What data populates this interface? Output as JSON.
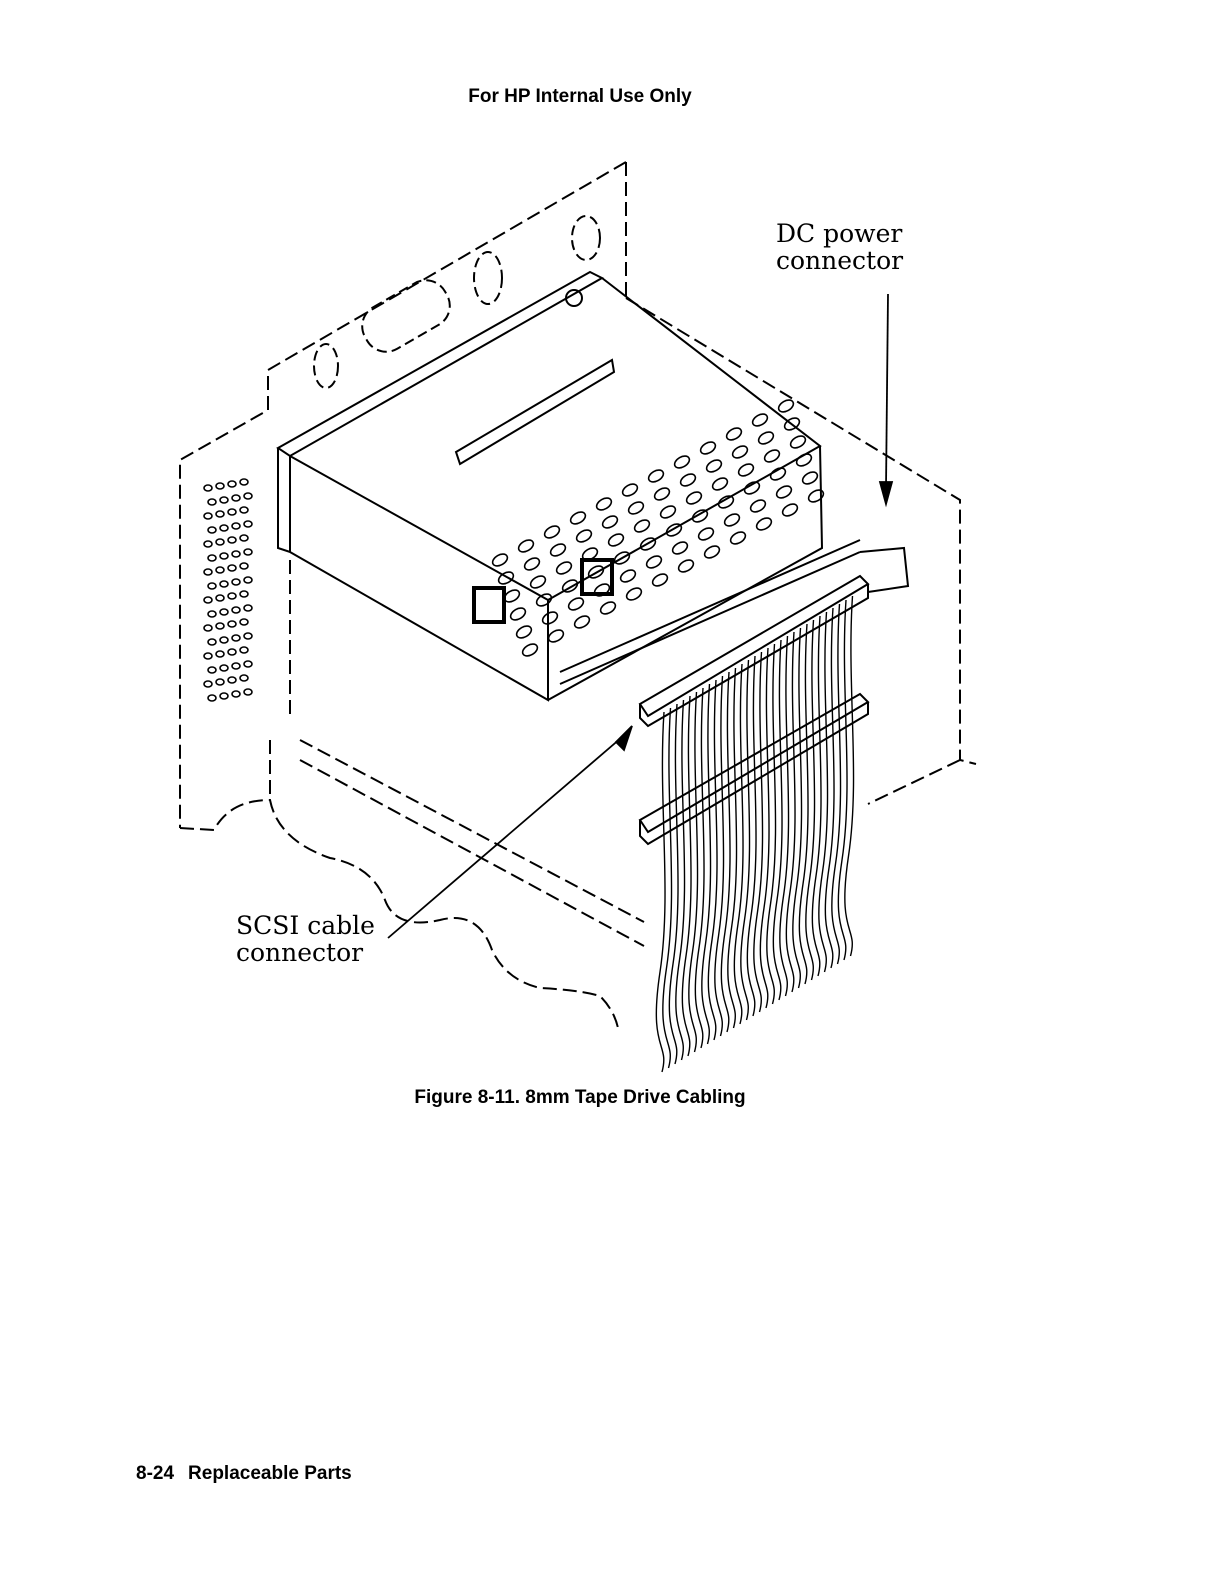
{
  "header": {
    "text": "For HP Internal Use Only"
  },
  "figure": {
    "callouts": [
      {
        "id": "dc",
        "lines": [
          "DC power",
          "connector"
        ]
      },
      {
        "id": "scsi",
        "lines": [
          "SCSI cable",
          "connector"
        ]
      }
    ],
    "caption": "Figure 8-11. 8mm Tape Drive Cabling"
  },
  "footer": {
    "page_number": "8-24",
    "section": "Replaceable Parts"
  }
}
